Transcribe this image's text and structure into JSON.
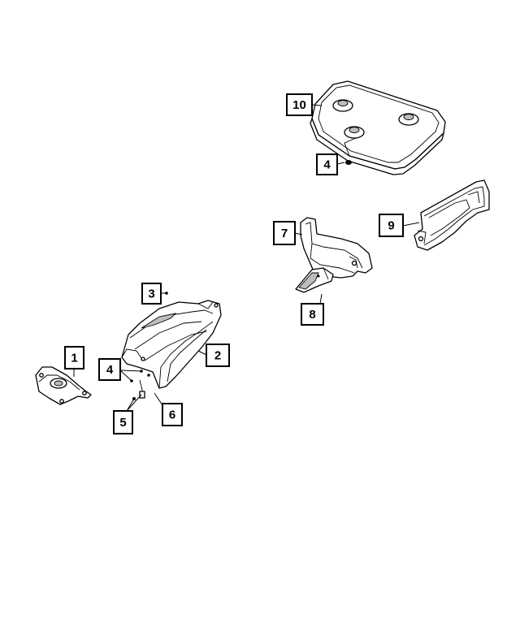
{
  "diagram": {
    "callouts": [
      {
        "id": "c1",
        "label": "1"
      },
      {
        "id": "c2",
        "label": "2"
      },
      {
        "id": "c3",
        "label": "3"
      },
      {
        "id": "c4a",
        "label": "4"
      },
      {
        "id": "c4b",
        "label": "4"
      },
      {
        "id": "c5",
        "label": "5"
      },
      {
        "id": "c6",
        "label": "6"
      },
      {
        "id": "c7",
        "label": "7"
      },
      {
        "id": "c8",
        "label": "8"
      },
      {
        "id": "c9",
        "label": "9"
      },
      {
        "id": "c10",
        "label": "10"
      }
    ]
  }
}
